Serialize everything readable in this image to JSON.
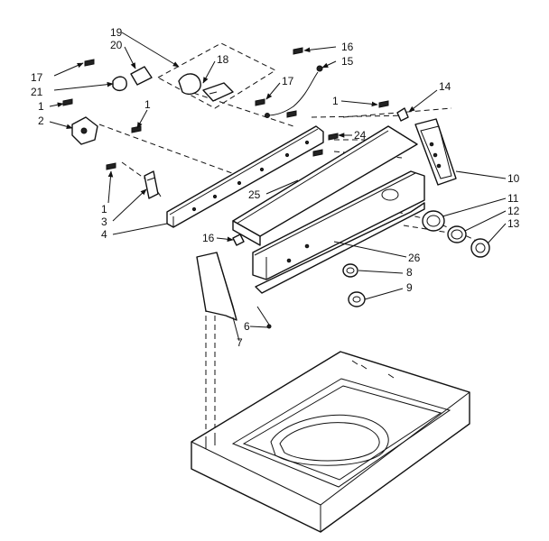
{
  "callouts": {
    "c1a": "1",
    "c1b": "1",
    "c1c": "1",
    "c1d": "1",
    "c2": "2",
    "c3": "3",
    "c4": "4",
    "c6": "6",
    "c7": "7",
    "c8": "8",
    "c9": "9",
    "c10": "10",
    "c11": "11",
    "c12": "12",
    "c13": "13",
    "c14": "14",
    "c15": "15",
    "c16a": "16",
    "c16b": "16",
    "c17a": "17",
    "c17b": "17",
    "c18": "18",
    "c19": "19",
    "c20": "20",
    "c21": "21",
    "c24": "24",
    "c25": "25",
    "c26": "26"
  }
}
